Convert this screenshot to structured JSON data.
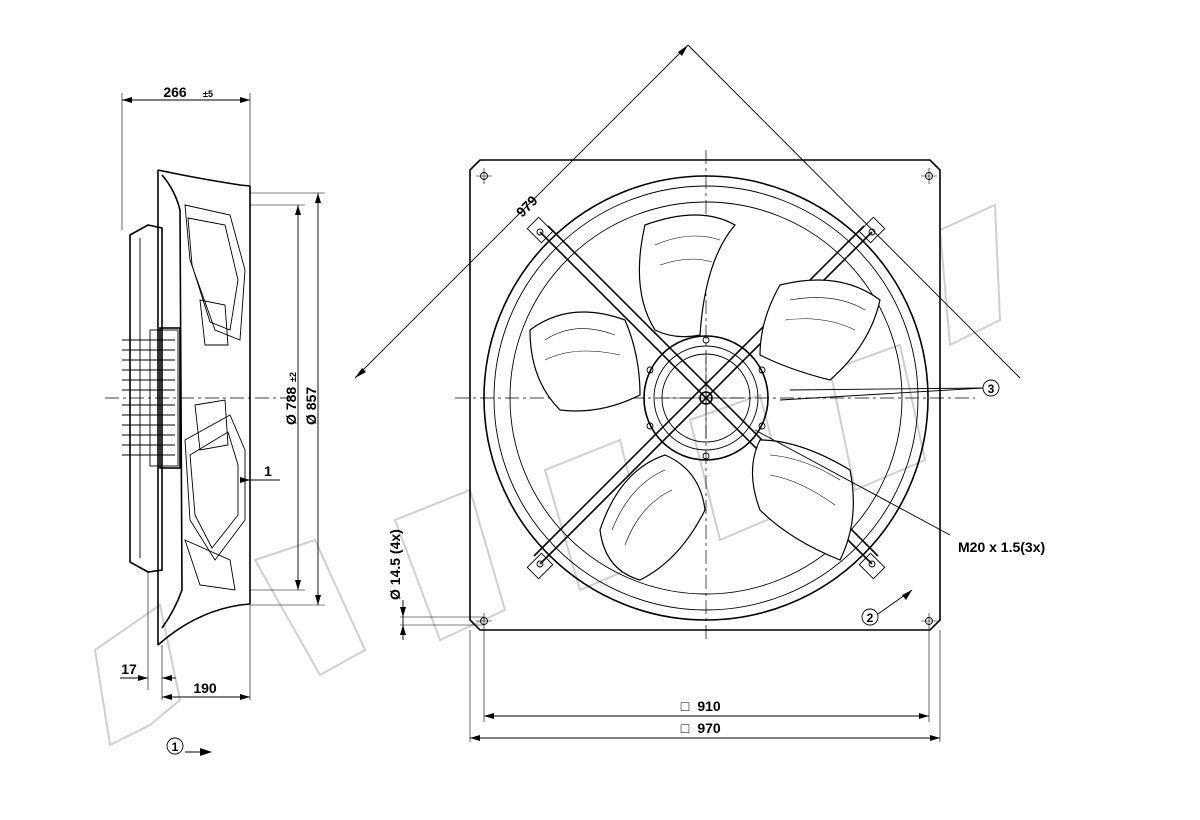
{
  "dimensions": {
    "depth": "266",
    "depth_tolerance": "±5",
    "inner_diameter": "Ø 788",
    "inner_diameter_tolerance": "±2",
    "outer_diameter": "Ø 857",
    "offset_small": "17",
    "depth_190": "190",
    "lip": "1",
    "hole_diameter": "Ø 14.5 (4x)",
    "hole_spacing": "910",
    "plate_width": "970",
    "diagonal": "979",
    "thread": "M20 x 1.5(3x)"
  },
  "callouts": {
    "airflow": "1",
    "mounting": "2",
    "cable_glands": "3"
  },
  "symbols": {
    "square_glyph": "□"
  },
  "watermark": {
    "color": "#cfcfcf"
  }
}
